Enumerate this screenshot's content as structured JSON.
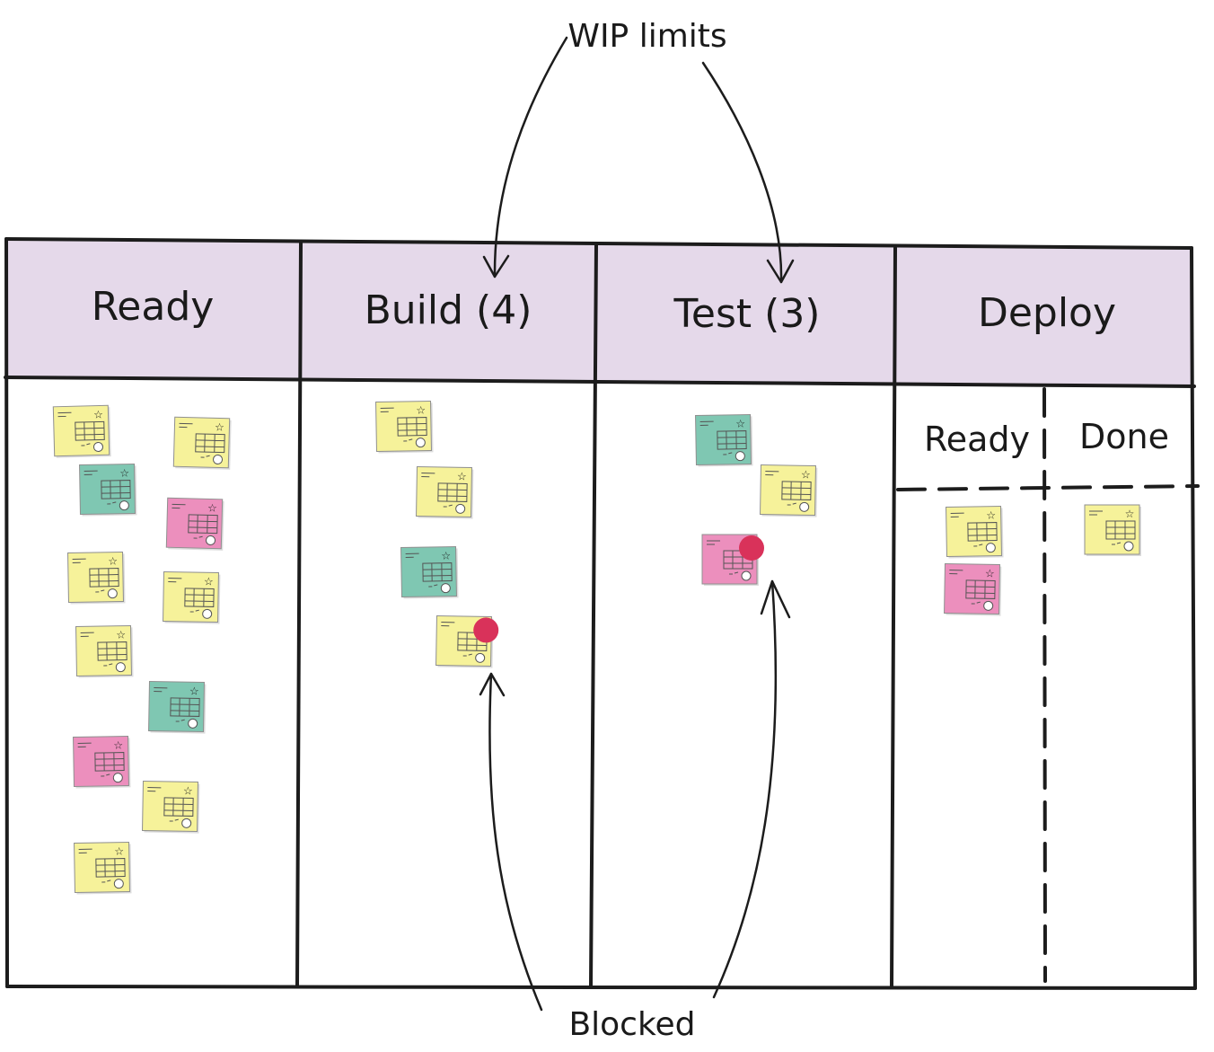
{
  "annotations": {
    "wip": "WIP limits",
    "blocked": "Blocked"
  },
  "board": {
    "columns": [
      {
        "label": "Ready"
      },
      {
        "label": "Build (4)"
      },
      {
        "label": "Test (3)"
      },
      {
        "label": "Deploy",
        "subcolumns": [
          "Ready",
          "Done"
        ]
      }
    ]
  },
  "colors": {
    "header_bg": "#e5d9ea",
    "board_line": "#1c1c1c",
    "card_yellow": "#f6f29a",
    "card_green": "#7fc7b2",
    "card_pink": "#ec8fbd",
    "blocked_dot": "#d9325a"
  },
  "cards": [
    {
      "column": "Ready",
      "color": "yellow"
    },
    {
      "column": "Ready",
      "color": "yellow"
    },
    {
      "column": "Ready",
      "color": "green"
    },
    {
      "column": "Ready",
      "color": "pink"
    },
    {
      "column": "Ready",
      "color": "yellow"
    },
    {
      "column": "Ready",
      "color": "yellow"
    },
    {
      "column": "Ready",
      "color": "yellow"
    },
    {
      "column": "Ready",
      "color": "green"
    },
    {
      "column": "Ready",
      "color": "pink"
    },
    {
      "column": "Ready",
      "color": "yellow"
    },
    {
      "column": "Ready",
      "color": "yellow"
    },
    {
      "column": "Build (4)",
      "color": "yellow"
    },
    {
      "column": "Build (4)",
      "color": "yellow"
    },
    {
      "column": "Build (4)",
      "color": "green"
    },
    {
      "column": "Build (4)",
      "color": "yellow",
      "blocked": true
    },
    {
      "column": "Test (3)",
      "color": "green"
    },
    {
      "column": "Test (3)",
      "color": "yellow"
    },
    {
      "column": "Test (3)",
      "color": "pink",
      "blocked": true
    },
    {
      "column": "Deploy / Ready",
      "color": "yellow"
    },
    {
      "column": "Deploy / Ready",
      "color": "pink"
    },
    {
      "column": "Deploy / Done",
      "color": "yellow"
    }
  ]
}
